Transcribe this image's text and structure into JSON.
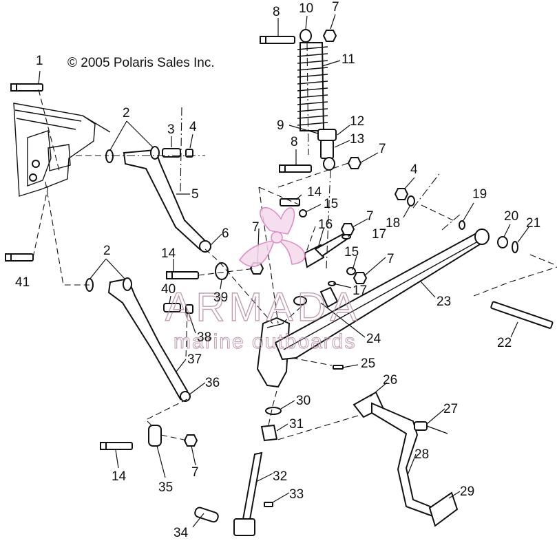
{
  "copyright": "© 2005 Polaris Sales Inc.",
  "watermark": {
    "name": "ARMADA",
    "tagline": "marine outboards",
    "logo_color": "#d97bbd",
    "text_color": "#b98ea6"
  },
  "callouts": {
    "c1": "1",
    "c2a": "2",
    "c3": "3",
    "c4a": "4",
    "c5": "5",
    "c6": "6",
    "c8a": "8",
    "c10": "10",
    "c7a": "7",
    "c11": "11",
    "c9": "9",
    "c12": "12",
    "c13": "13",
    "c8b": "8",
    "c7b": "7",
    "c4b": "4",
    "c18": "18",
    "c19": "19",
    "c20": "20",
    "c21": "21",
    "c14a": "14",
    "c15a": "15",
    "c7c": "7",
    "c16": "16",
    "c17a": "17",
    "c15b": "15",
    "c7d": "7",
    "c17b": "17",
    "c23": "23",
    "c22": "22",
    "c7e": "7",
    "c2b": "2",
    "c14b": "14",
    "c39": "39",
    "c40": "40",
    "c38": "38",
    "c41": "41",
    "c37": "37",
    "c36": "36",
    "c24": "24",
    "c25": "25",
    "c26": "26",
    "c30": "30",
    "c31": "31",
    "c27": "27",
    "c28": "28",
    "c14c": "14",
    "c35": "35",
    "c7f": "7",
    "c32": "32",
    "c33": "33",
    "c29": "29",
    "c34": "34"
  }
}
